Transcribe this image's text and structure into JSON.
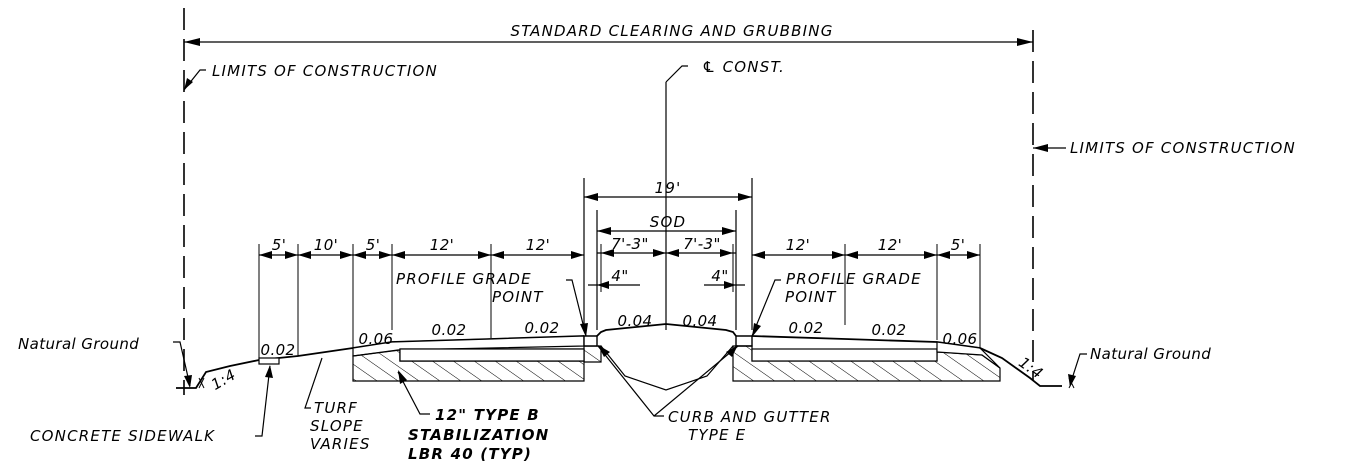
{
  "labels": {
    "clearing": "STANDARD CLEARING AND GRUBBING",
    "limits_left": "LIMITS OF CONSTRUCTION",
    "limits_right": "LIMITS OF CONSTRUCTION",
    "centerline": "℄ CONST.",
    "sod": "SOD",
    "profile_grade_left_1": "PROFILE GRADE",
    "profile_grade_left_2": "POINT",
    "profile_grade_right_1": "PROFILE GRADE",
    "profile_grade_right_2": "POINT",
    "natural_ground_left": "Natural Ground",
    "natural_ground_right": "Natural Ground",
    "concrete_sidewalk": "CONCRETE SIDEWALK",
    "turf_1": "TURF",
    "turf_2": "SLOPE",
    "turf_3": "VARIES",
    "stab_1": "12\" TYPE B",
    "stab_2": "STABILIZATION",
    "stab_3": "LBR 40 (TYP)",
    "curb_1": "CURB AND GUTTER",
    "curb_2": "TYPE E"
  },
  "dimensions": {
    "median_total": "19'",
    "left": [
      "5'",
      "10'",
      "5'",
      "12'",
      "12'"
    ],
    "median_left": "7'-3\"",
    "median_right": "7'-3\"",
    "gutter_left": "4\"",
    "gutter_right": "4\"",
    "right": [
      "12'",
      "12'",
      "5'"
    ]
  },
  "slopes": {
    "left_sidewalk": "0.02",
    "left_shoulder": "0.06",
    "left_lane_outer": "0.02",
    "left_lane_inner": "0.02",
    "median_left": "0.04",
    "median_right": "0.04",
    "right_lane_inner": "0.02",
    "right_lane_outer": "0.02",
    "right_shoulder": "0.06",
    "left_side_slope": "1:4",
    "right_side_slope": "1:4"
  }
}
